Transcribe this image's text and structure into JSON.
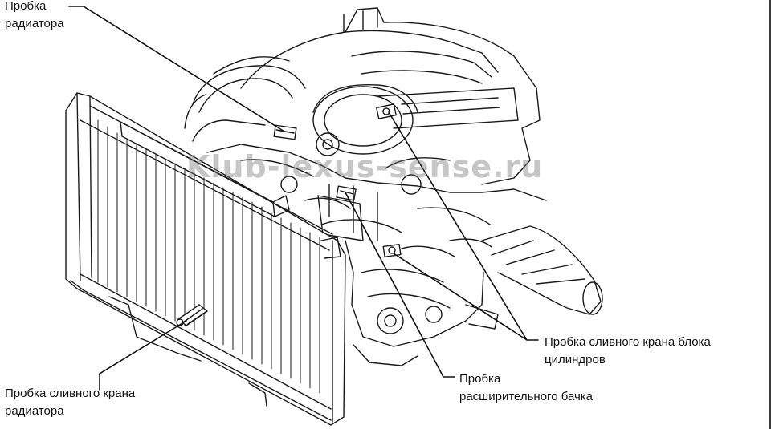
{
  "labels": {
    "radiator_cap": [
      "Пробка",
      "радиатора"
    ],
    "radiator_drain": [
      "Пробка сливного крана",
      "радиатора"
    ],
    "block_drain": [
      "Пробка сливного крана блока",
      "цилиндров"
    ],
    "reservoir_cap": [
      "Пробка",
      "расширительного бачка"
    ]
  },
  "watermark": "Klub-lexus-sense.ru",
  "colors": {
    "line": "#1a1a1a",
    "background": "#ffffff",
    "watermark": "#787878"
  }
}
